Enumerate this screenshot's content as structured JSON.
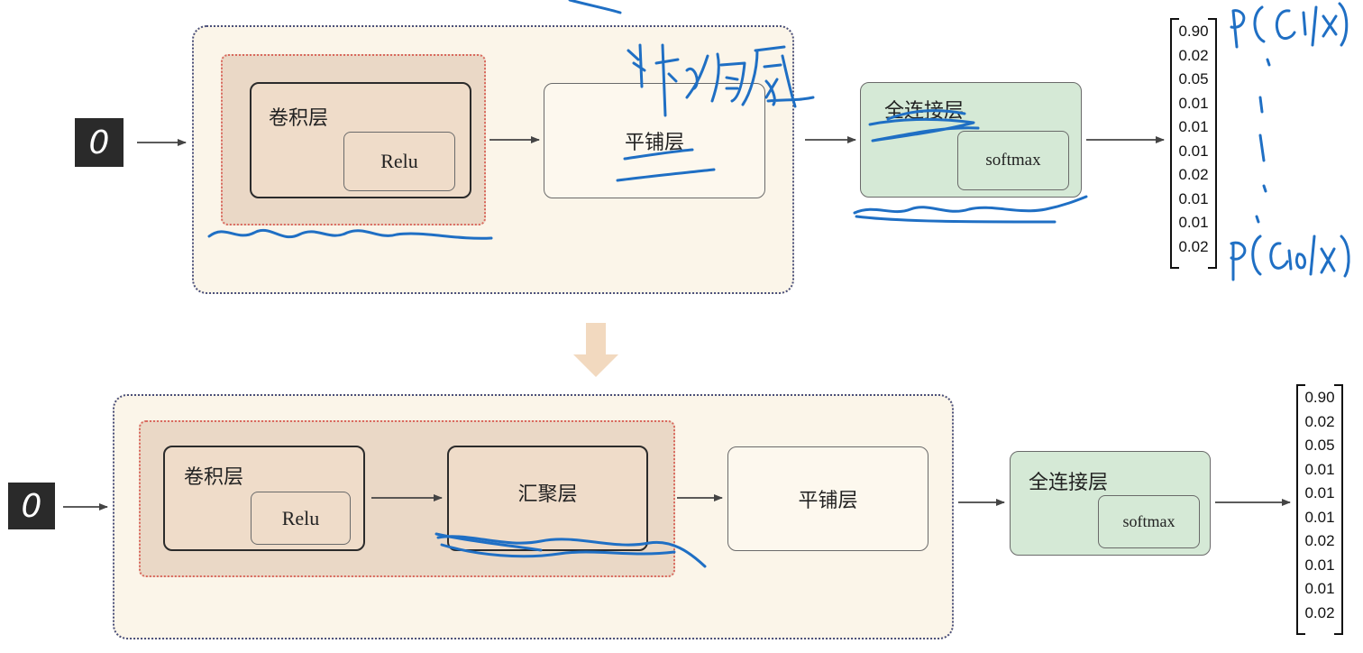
{
  "top": {
    "input_digit": "0",
    "conv_label": "卷积层",
    "relu_label": "Relu",
    "flatten_label": "平铺层",
    "fc_label": "全连接层",
    "softmax_label": "softmax",
    "output_values": [
      "0.90",
      "0.02",
      "0.05",
      "0.01",
      "0.01",
      "0.01",
      "0.02",
      "0.01",
      "0.01",
      "0.02"
    ]
  },
  "bottom": {
    "input_digit": "0",
    "conv_label": "卷积层",
    "relu_label": "Relu",
    "pool_label": "汇聚层",
    "flatten_label": "平铺层",
    "fc_label": "全连接层",
    "softmax_label": "softmax",
    "output_values": [
      "0.90",
      "0.02",
      "0.05",
      "0.01",
      "0.01",
      "0.01",
      "0.02",
      "0.01",
      "0.01",
      "0.02"
    ]
  },
  "colors": {
    "outer_fill": "#fbf5e9",
    "feature_fill": "#ead8c6",
    "fc_fill": "#d5e9d6",
    "ink": "#1f6fc4",
    "down_arrow": "#f2d9bf"
  }
}
